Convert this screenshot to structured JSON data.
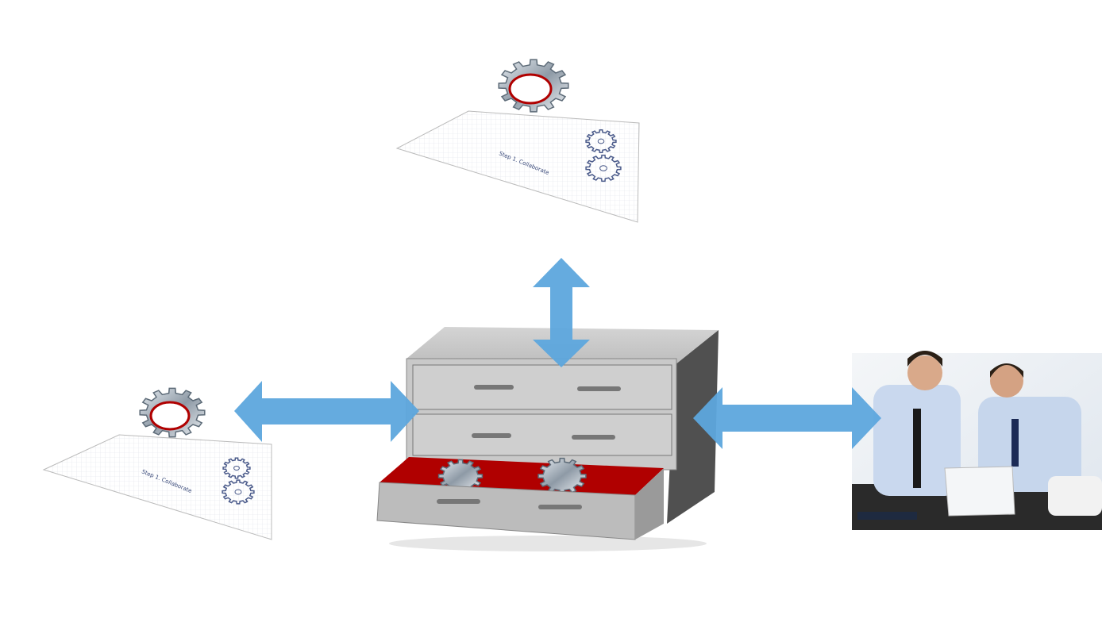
{
  "paper_label": "Step 1. Collaborate",
  "colors": {
    "arrow": "#5DA6DD",
    "gear": "#9aa5b1",
    "drawer_lining": "#c00000",
    "cabinet": "#c9c9c9"
  },
  "icons": [
    "gear-on-blueprint-top",
    "gear-on-blueprint-left",
    "drawer-cabinet-with-gears",
    "business-people-photo"
  ]
}
